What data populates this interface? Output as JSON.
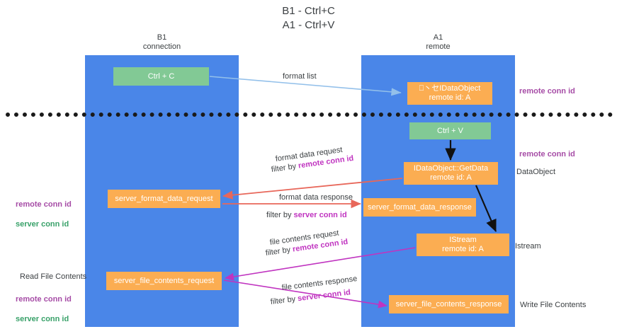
{
  "title": "B1 - Ctrl+C\nA1 - Ctrl+V",
  "lanes": {
    "b1": "B1\nconnection",
    "a1": "A1\nremote"
  },
  "boxes": {
    "ctrl_c": "Ctrl + C",
    "idataobject": "⎕丶セIDataObject\nremote id: A",
    "ctrl_v": "Ctrl + V",
    "getdata": "IDataObject::GetData\nremote id: A",
    "server_format_data_request": "server_format_data_request",
    "server_format_data_response": "server_format_data_response",
    "istream": "IStream\nremote id: A",
    "server_file_contents_request": "server_file_contents_request",
    "server_file_contents_response": "server_file_contents_response"
  },
  "arrow_labels": {
    "format_list": "format list",
    "format_data_request": "format data request",
    "format_data_request_filter_prefix": "filter by ",
    "format_data_request_filter_key": "remote conn id",
    "format_data_response": "format data response",
    "format_data_response_filter_prefix": "filter by ",
    "format_data_response_filter_key": "server conn id",
    "file_contents_request": "file contents request",
    "file_contents_request_filter_prefix": "filter by ",
    "file_contents_request_filter_key": "remote conn id",
    "file_contents_response": "file contents response",
    "file_contents_response_filter_prefix": "filter by ",
    "file_contents_response_filter_key": "server conn id"
  },
  "annotations": {
    "remote_conn_id_top": "remote conn id",
    "remote_conn_id_mid": "remote conn id",
    "dataobject": "DataObject",
    "istream": "Istream",
    "write_file_contents": "Write File Contents",
    "read_file_contents": "Read File Contents",
    "left_remote_conn_id": "remote conn id",
    "left_server_conn_id": "server conn id",
    "left_remote_conn_id_2": "remote conn id",
    "left_server_conn_id_2": "server conn id"
  },
  "colors": {
    "lane": "#4a86e8",
    "green_box": "#82c995",
    "orange_box": "#fbad52",
    "purple": "#a64ca6",
    "green_text": "#38a169",
    "red_arrow": "#e8675a",
    "magenta_arrow": "#c034c0",
    "light_blue_arrow": "#93c0ea",
    "divider": "#1a1a1a"
  }
}
